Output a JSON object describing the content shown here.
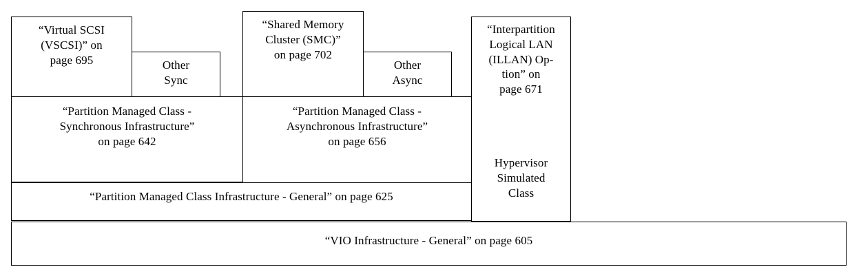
{
  "diagram": {
    "title": "VIO Infrastructure layered class diagram",
    "colors": {
      "background": "#ffffff",
      "border": "#000000",
      "text": "#000000"
    },
    "columns": {
      "sync": "Synchronous",
      "async": "Asynchronous",
      "hypervisor": "Hypervisor Simulated"
    },
    "boxes": {
      "vscsi": {
        "label": "“Virtual SCSI\n(VSCSI)” on\npage 695",
        "page": "695"
      },
      "other_sync": {
        "label": "Other\nSync"
      },
      "smc": {
        "label": "“Shared Memory\nCluster (SMC)”\non page 702",
        "page": "702"
      },
      "other_async": {
        "label": "Other\nAsync"
      },
      "illan": {
        "label": "“Interpartition\nLogical LAN\n(ILLAN) Op-\ntion” on\npage 671",
        "page": "671"
      },
      "hypervisor_simulated": {
        "label": "Hypervisor\nSimulated\nClass"
      },
      "pmc_sync": {
        "label": "“Partition Managed Class -\nSynchronous Infrastructure”\non page 642",
        "page": "642"
      },
      "pmc_async": {
        "label": "“Partition Managed Class -\nAsynchronous Infrastructure”\non page 656",
        "page": "656"
      },
      "pmc_general": {
        "label": "“Partition Managed Class Infrastructure - General” on page 625",
        "page": "625"
      },
      "vio_general": {
        "label": "“VIO Infrastructure - General” on page 605",
        "page": "605"
      }
    }
  }
}
